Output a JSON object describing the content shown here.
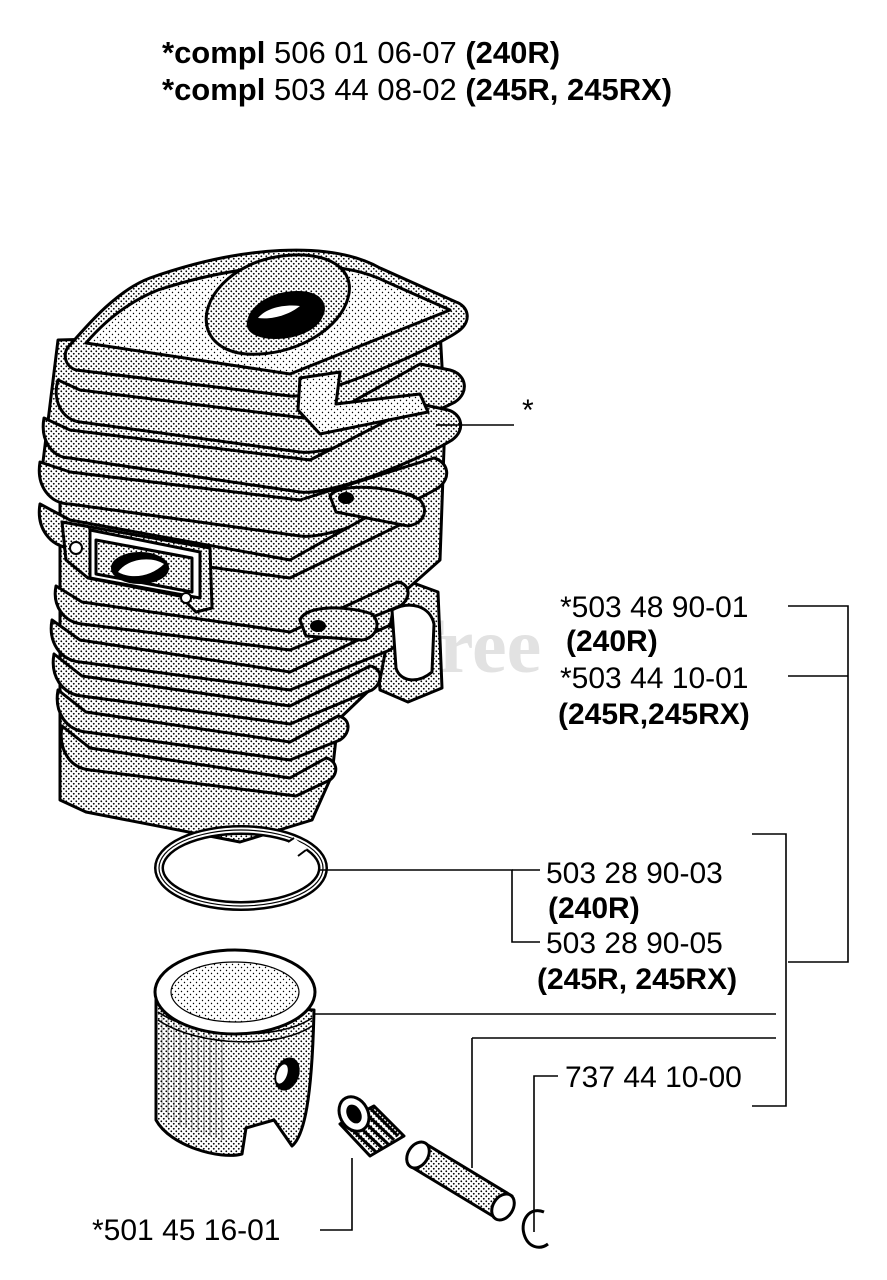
{
  "header": {
    "line1": {
      "prefix": "*compl",
      "number": "506 01 06-07",
      "models": "(240R)"
    },
    "line2": {
      "prefix": "*compl",
      "number": "503 44 08-02",
      "models": "(245R, 245RX)"
    }
  },
  "watermark": "PartsTree",
  "callouts": {
    "cylinder_star": "*",
    "cylinder_240r": {
      "number": "*503 48 90-01",
      "models": "(240R)"
    },
    "cylinder_245r": {
      "number": "*503 44 10-01",
      "models": "(245R,245RX)"
    },
    "ring_240r": {
      "number": "503 28 90-03",
      "models": "(240R)"
    },
    "ring_245r": {
      "number": "503 28 90-05",
      "models": "(245R, 245RX)"
    },
    "circlip": {
      "number": "737 44 10-00"
    },
    "bearing": {
      "number": "*501 45 16-01"
    }
  }
}
